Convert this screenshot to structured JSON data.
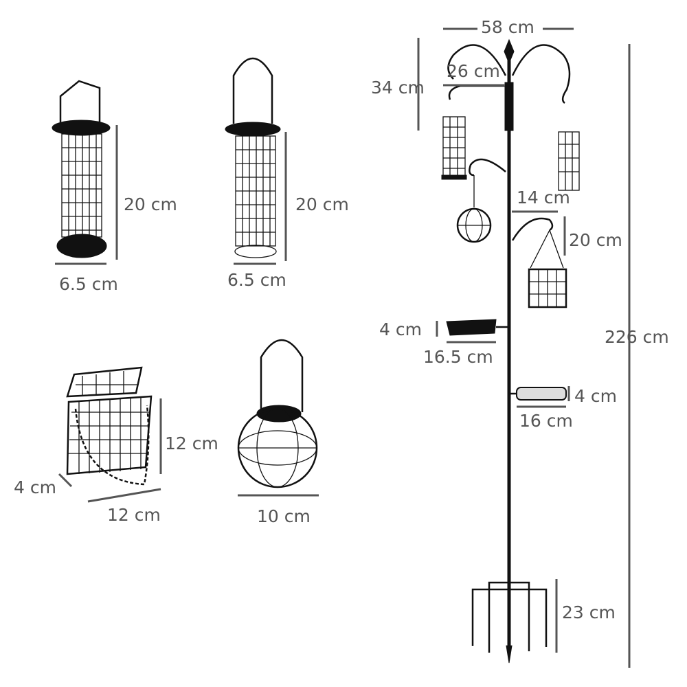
{
  "feeders": {
    "tube_feeder_1": {
      "height": "20 cm",
      "width": "6.5 cm"
    },
    "tube_feeder_2": {
      "height": "20 cm",
      "width": "6.5 cm"
    },
    "suet_cage": {
      "height": "12 cm",
      "depth": "4 cm",
      "width": "12 cm"
    },
    "fat_ball_feeder": {
      "width": "10 cm"
    }
  },
  "station": {
    "top_width": "58 cm",
    "hook_width": "26 cm",
    "hook_height": "34 cm",
    "side_hook_width": "14 cm",
    "side_hook_height": "20 cm",
    "tray1_height": "4 cm",
    "tray1_width": "16.5 cm",
    "tray2_height": "4 cm",
    "tray2_width": "16 cm",
    "total_height": "226 cm",
    "stake_height": "23 cm"
  }
}
